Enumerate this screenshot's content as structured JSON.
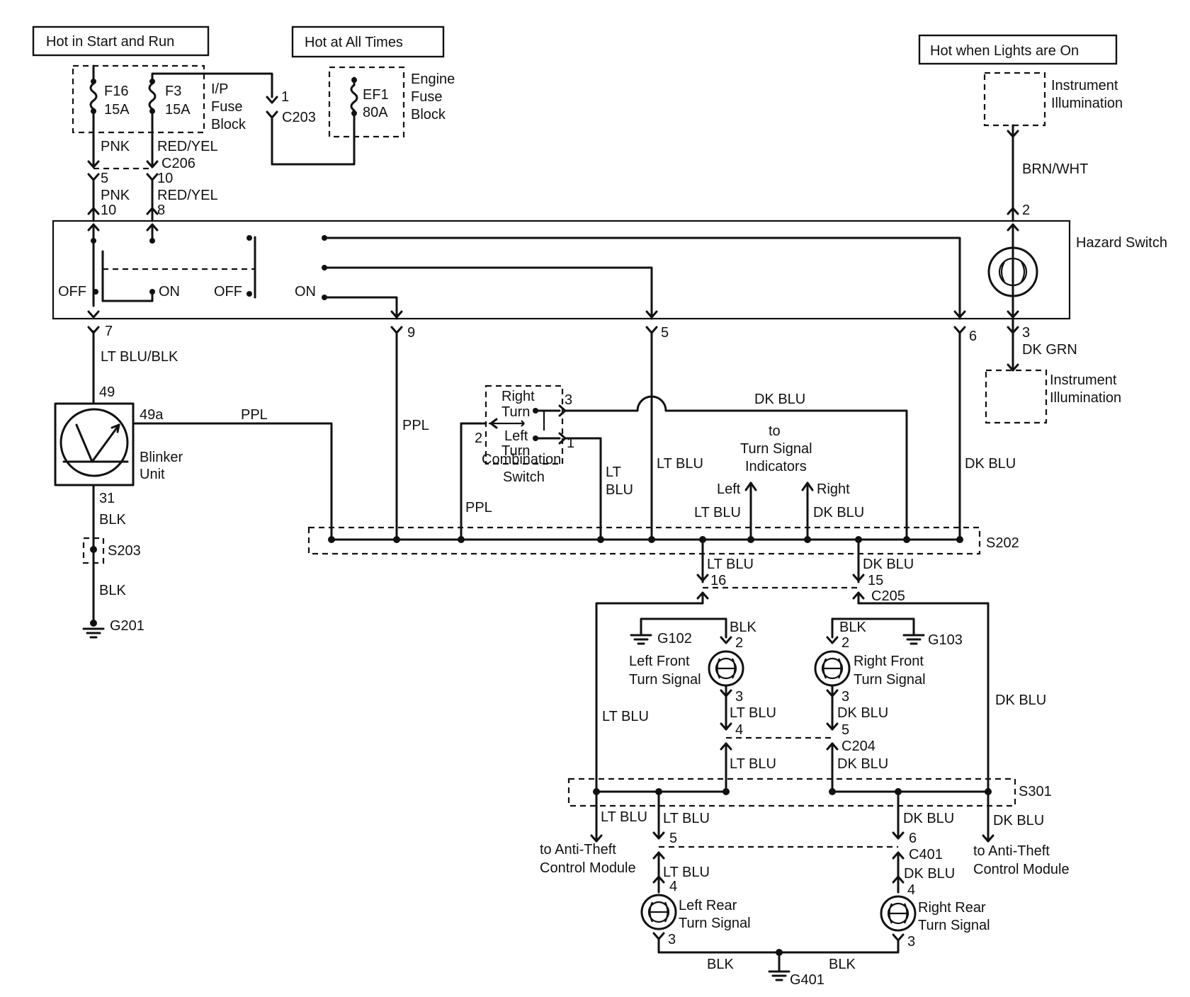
{
  "headers": {
    "start_run": "Hot in Start and Run",
    "all_times": "Hot at All Times",
    "lights_on": "Hot when Lights are On"
  },
  "fuses": {
    "f16_name": "F16",
    "f16_rating": "15A",
    "f3_name": "F3",
    "f3_rating": "15A",
    "ip_block": [
      "I/P",
      "Fuse",
      "Block"
    ],
    "ef1_name": "EF1",
    "ef1_rating": "80A",
    "engine_block": [
      "Engine",
      "Fuse",
      "Block"
    ]
  },
  "illumination": [
    "Instrument",
    "Illumination"
  ],
  "hazard": {
    "title": "Hazard Switch",
    "off": "OFF",
    "on": "ON"
  },
  "blinker": {
    "label": [
      "Blinker",
      "Unit"
    ],
    "pin_in": "49",
    "pin_out": "49a",
    "pin_gnd": "31"
  },
  "combination": {
    "label": [
      "Combination",
      "Switch"
    ],
    "right_turn": [
      "Right",
      "Turn"
    ],
    "left_turn": [
      "Left",
      "Turn"
    ]
  },
  "indicators": {
    "to": [
      "to",
      "Turn Signal",
      "Indicators"
    ],
    "left": "Left",
    "right": "Right"
  },
  "lamps": {
    "left_front": [
      "Left Front",
      "Turn Signal"
    ],
    "right_front": [
      "Right Front",
      "Turn Signal"
    ],
    "left_rear": [
      "Left Rear",
      "Turn Signal"
    ],
    "right_rear": [
      "Right Rear",
      "Turn Signal"
    ]
  },
  "anti_theft": [
    "to Anti-Theft",
    "Control Module"
  ],
  "connectors": {
    "c203": "C203",
    "c206": "C206",
    "c205": "C205",
    "c204": "C204",
    "c401": "C401"
  },
  "splices": {
    "s202": "S202",
    "s203": "S203",
    "s301": "S301"
  },
  "grounds": {
    "g201": "G201",
    "g102": "G102",
    "g103": "G103",
    "g401": "G401"
  },
  "wires": {
    "pnk": "PNK",
    "red_yel": "RED/YEL",
    "brn_wht": "BRN/WHT",
    "dk_grn": "DK GRN",
    "lt_blu_blk": "LT BLU/BLK",
    "ppl": "PPL",
    "lt_blu": "LT BLU",
    "dk_blu": "DK BLU",
    "blk": "BLK",
    "lt": "LT",
    "blu": "BLU"
  },
  "pins": {
    "p1": "1",
    "p2": "2",
    "p3": "3",
    "p4": "4",
    "p5": "5",
    "p6": "6",
    "p7": "7",
    "p8": "8",
    "p9": "9",
    "p10": "10",
    "p15": "15",
    "p16": "16"
  }
}
